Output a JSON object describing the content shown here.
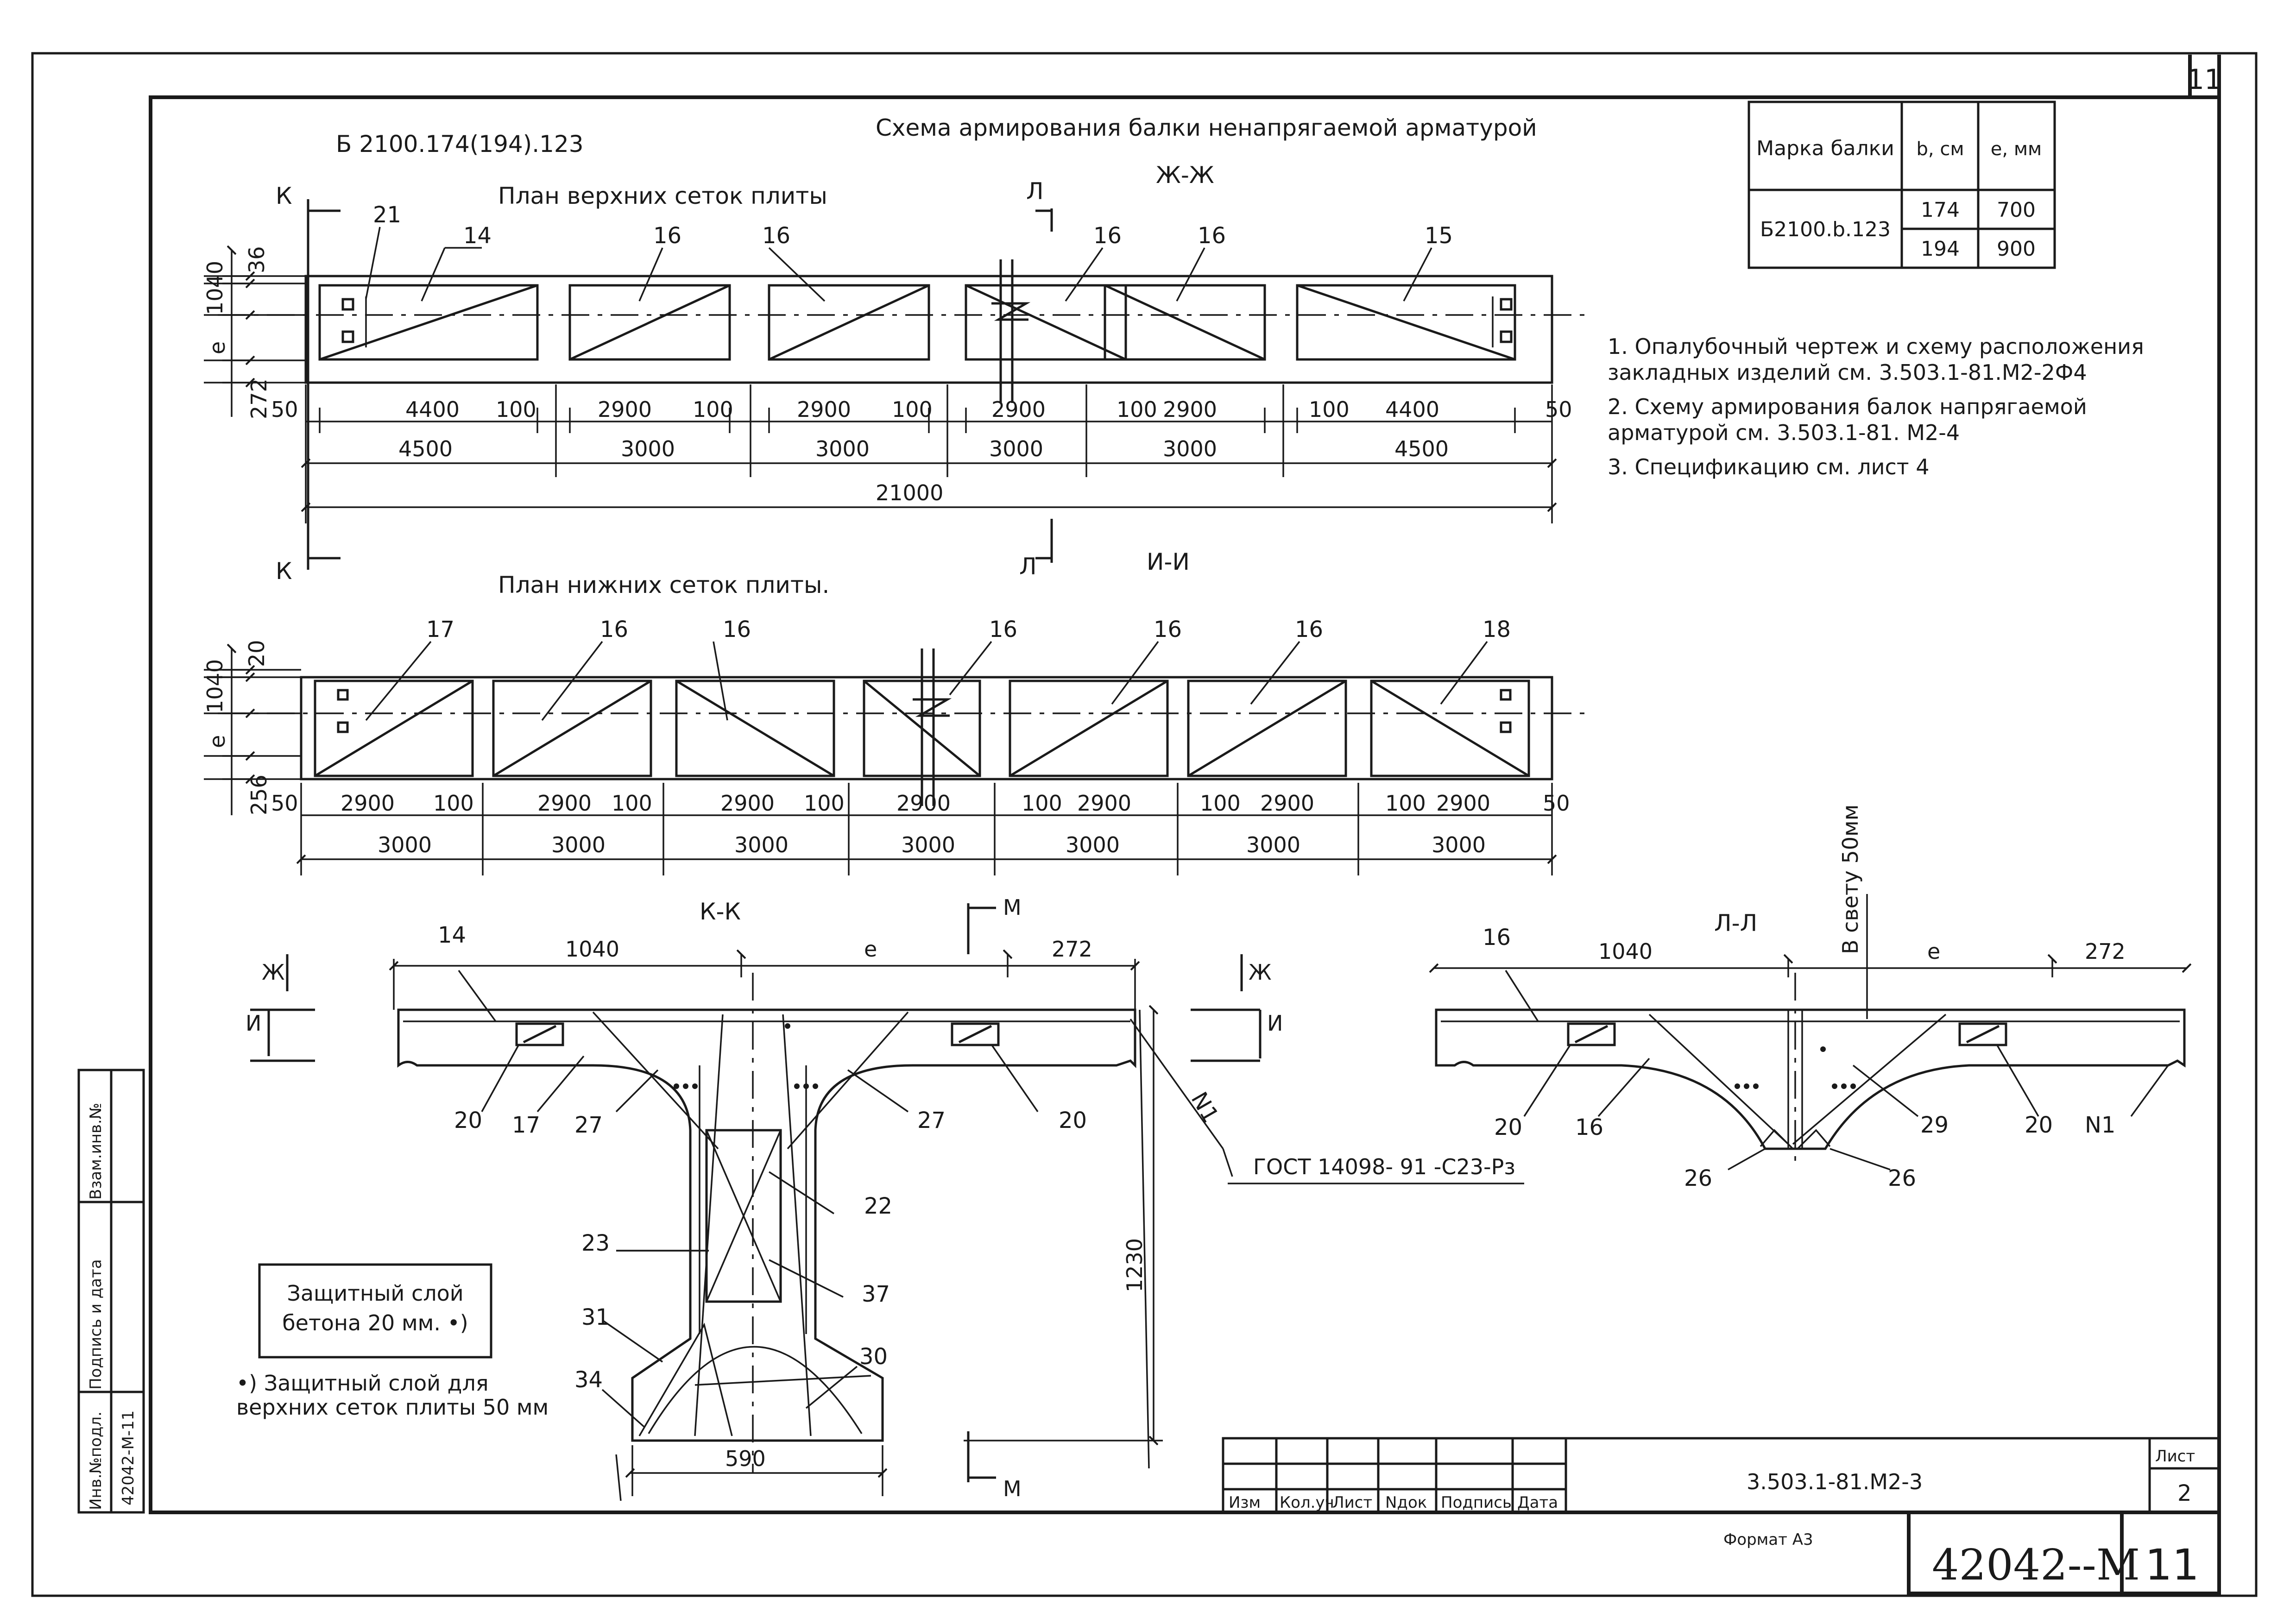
{
  "sheet": {
    "corner_sheet_no": "11",
    "drawing_code": "Б 2100.174(194).123",
    "main_title": "Схема армирования балки ненапрягаемой арматурой",
    "format": "Формат А3",
    "archive_no": "42042--М",
    "archive_sheet": "11"
  },
  "table": {
    "col_headers": [
      "Марка балки",
      "b, см",
      "e, мм"
    ],
    "row_mark": "Б2100.b.123",
    "rows": [
      [
        "174",
        "700"
      ],
      [
        "194",
        "900"
      ]
    ]
  },
  "notes": [
    "1. Опалубочный чертеж и схему расположения закладных изделий см. 3.503.1-81.М2-2Ф4",
    "2. Схему армирования балок напрягаемой арматурой см. 3.503.1-81. М2-4",
    "3. Спецификацию см. лист 4"
  ],
  "upper_plan": {
    "title": "План верхних сеток плиты",
    "section_title": "Ж-Ж",
    "cut_k": "К",
    "cut_l": "Л",
    "positions": [
      "14",
      "16",
      "16",
      "16",
      "16",
      "15"
    ],
    "pos_21": "21",
    "dims_side": [
      "36",
      "1040",
      "e",
      "272"
    ],
    "dims_inner": [
      "50",
      "4400",
      "100",
      "2900",
      "100",
      "2900",
      "100",
      "2900",
      "100",
      "2900",
      "100",
      "4400",
      "50"
    ],
    "dims_panels": [
      "4500",
      "3000",
      "3000",
      "3000",
      "3000",
      "4500"
    ],
    "dim_total": "21000"
  },
  "lower_plan": {
    "title": "План нижних сеток плиты.",
    "section_title": "И-И",
    "positions": [
      "17",
      "16",
      "16",
      "16",
      "16",
      "16",
      "18"
    ],
    "dims_side": [
      "20",
      "1040",
      "e",
      "256"
    ],
    "dims_inner": [
      "50",
      "2900",
      "100",
      "2900",
      "100",
      "2900",
      "100",
      "2900",
      "100",
      "2900",
      "100",
      "2900",
      "100",
      "2900",
      "50"
    ],
    "dims_panels": [
      "3000",
      "3000",
      "3000",
      "3000",
      "3000",
      "3000",
      "3000"
    ]
  },
  "section_kk": {
    "title": "К-К",
    "top_dims": [
      "1040",
      "e",
      "272"
    ],
    "height": "1230",
    "bottom": "590",
    "cut_m": "М",
    "cut_zh": "Ж",
    "cut_i": "И",
    "labels": [
      "14",
      "20",
      "17",
      "27",
      "27",
      "20",
      "23",
      "22",
      "37",
      "31",
      "30",
      "34",
      "N1"
    ],
    "gost": "ГОСТ 14098- 91 -С23-Рз"
  },
  "section_ll": {
    "title": "Л-Л",
    "top_dims": [
      "1040",
      "e",
      "272"
    ],
    "gap_note": "В свету 50мм",
    "labels": [
      "16",
      "20",
      "16",
      "29",
      "20",
      "N1",
      "26",
      "26"
    ]
  },
  "cover_note": {
    "box": "Защитный слой бетона 20 мм. •)",
    "footnote": "•) Защитный слой для верхних сеток плиты 50 мм"
  },
  "left_stamp": {
    "labels": [
      "Взам.инв.№",
      "Подпись и дата",
      "Инв.№подл."
    ],
    "inv_value": "42042-М-11"
  },
  "title_block": {
    "cols": [
      "Изм",
      "Кол.уч",
      "Лист",
      "Nдок",
      "Подпись",
      "Дата"
    ],
    "doc": "3.503.1-81.М2-3",
    "sheet_label": "Лист",
    "sheet_no": "2"
  }
}
